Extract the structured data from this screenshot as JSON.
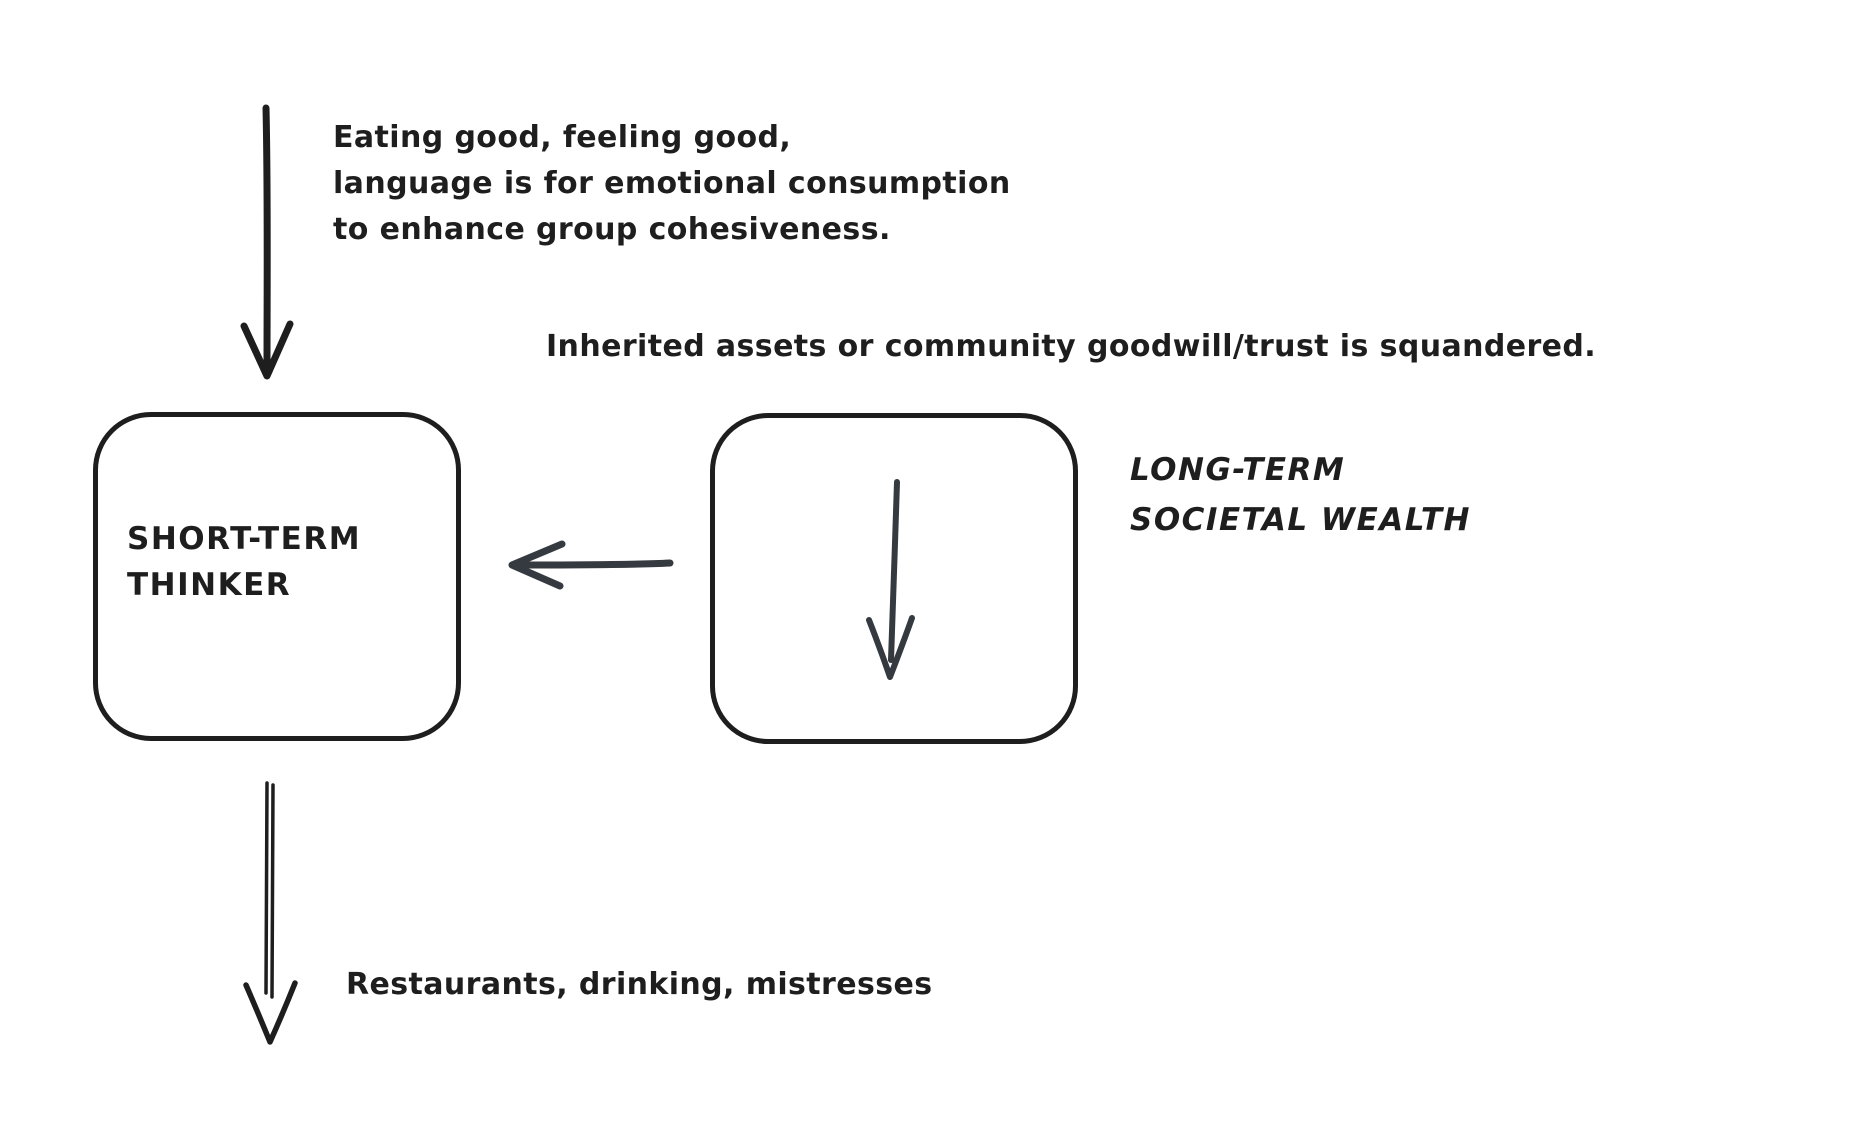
{
  "colors": {
    "ink": "#1e1e1e",
    "arrow_accent": "#343a40",
    "background": "#ffffff"
  },
  "diagram": {
    "top_note": "Eating good, feeling good,\nlanguage is for emotional consumption\nto enhance group cohesiveness.",
    "squander_note": "Inherited assets or community goodwill/trust is squandered.",
    "left_box_label": "SHORT-TERM\nTHINKER",
    "right_box_label": "LONG-TERM\nSOCIETAL WEALTH",
    "bottom_note": "Restaurants, drinking, mistresses",
    "icons": {
      "top_arrow": "down-arrow-icon",
      "transfer_arrow": "left-arrow-icon",
      "decline_arrow": "down-arrow-icon",
      "bottom_arrow": "double-stroke-down-arrow-icon"
    }
  }
}
